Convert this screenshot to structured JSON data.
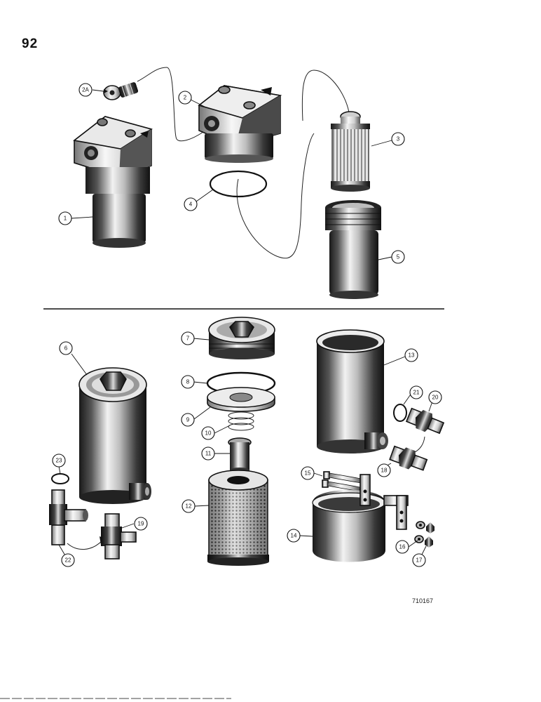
{
  "page": {
    "number": "92",
    "figure_code": "710167"
  },
  "callouts": {
    "c1": "1",
    "c2": "2",
    "c2a": "2A",
    "c3": "3",
    "c4": "4",
    "c5": "5",
    "c6": "6",
    "c7": "7",
    "c8": "8",
    "c9": "9",
    "c10": "10",
    "c11": "11",
    "c12": "12",
    "c13": "13",
    "c14": "14",
    "c15": "15",
    "c16": "16",
    "c17": "17",
    "c18": "18",
    "c19": "19",
    "c20": "20",
    "c21": "21",
    "c22": "22",
    "c23": "23"
  }
}
